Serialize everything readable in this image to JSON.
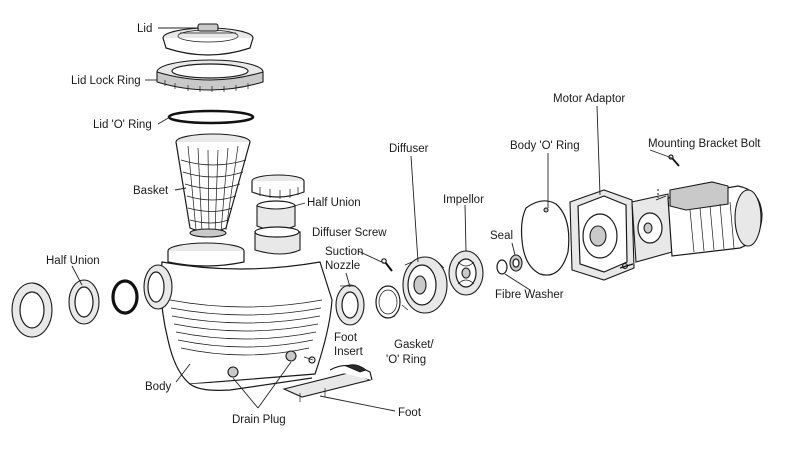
{
  "labels": {
    "lid": "Lid",
    "lid_lock_ring": "Lid Lock Ring",
    "lid_o_ring": "Lid 'O' Ring",
    "basket": "Basket",
    "half_union_top": "Half Union",
    "diffuser_screw": "Diffuser Screw",
    "suction_nozzle_1": "Suction",
    "suction_nozzle_2": "Nozzle",
    "half_union_left": "Half Union",
    "diffuser": "Diffuser",
    "body_o_ring": "Body 'O' Ring",
    "motor_adaptor": "Motor Adaptor",
    "mounting_bracket_bolt": "Mounting Bracket Bolt",
    "impellor": "Impellor",
    "seal": "Seal",
    "fibre_washer": "Fibre Washer",
    "gasket_o_ring_1": "Gasket/",
    "gasket_o_ring_2": "'O' Ring",
    "foot_insert_1": "Foot",
    "foot_insert_2": "Insert",
    "body": "Body",
    "drain_plug": "Drain Plug",
    "foot": "Foot"
  }
}
